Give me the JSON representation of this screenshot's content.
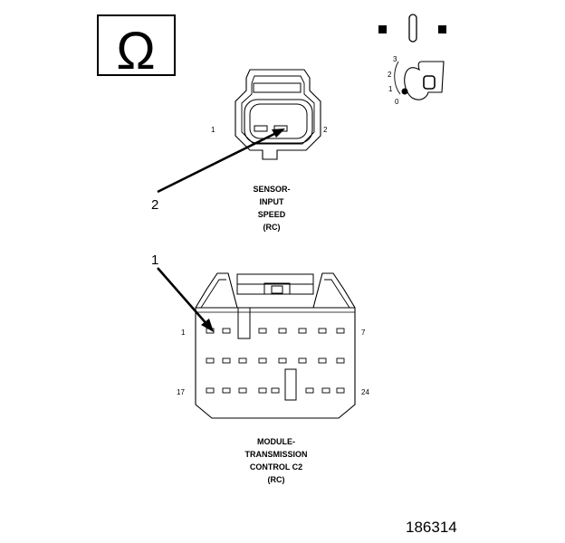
{
  "ohm_symbol": "Ω",
  "ignition_positions": [
    "3",
    "2",
    "1",
    "0"
  ],
  "sensor_connector": {
    "pin_left": "1",
    "pin_right": "2",
    "name_lines": [
      "SENSOR-",
      "INPUT",
      "SPEED",
      "(RC)"
    ]
  },
  "module_connector": {
    "pin_top_left": "1",
    "pin_top_right": "7",
    "pin_bottom_left": "17",
    "pin_bottom_right": "24",
    "name_lines": [
      "MODULE-",
      "TRANSMISSION",
      "CONTROL C2",
      "(RC)"
    ]
  },
  "callouts": {
    "sensor": "2",
    "module": "1"
  },
  "figure_number": "186314"
}
